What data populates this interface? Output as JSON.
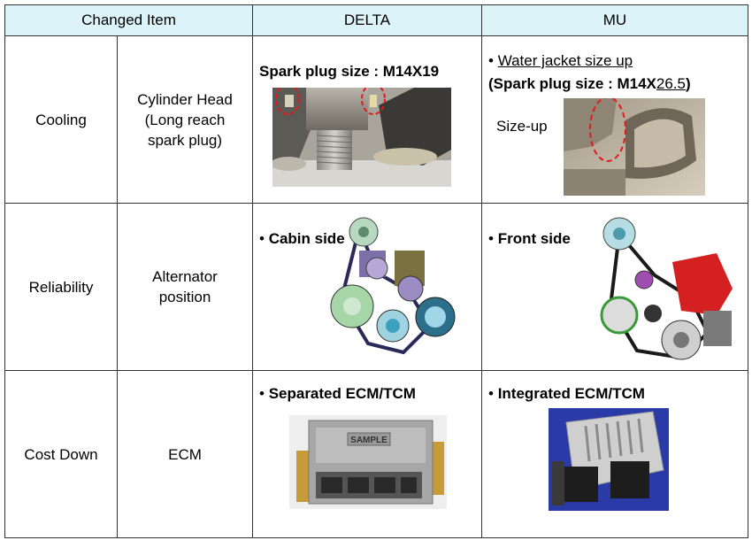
{
  "header": {
    "changed_item": "Changed Item",
    "delta": "DELTA",
    "mu": "MU"
  },
  "rows": [
    {
      "category": "Cooling",
      "item_lines": [
        "Cylinder Head",
        "(Long reach",
        "spark plug)"
      ],
      "delta": {
        "title": "Spark plug size : M14X19"
      },
      "mu": {
        "bullet": "•",
        "line1": "Water jacket size up",
        "line2_prefix": "(Spark plug size : M14X",
        "line2_underlined": "26.5",
        "line2_suffix": ")",
        "annotation": "Size-up"
      }
    },
    {
      "category": "Reliability",
      "item_lines": [
        "Alternator",
        "position"
      ],
      "delta": {
        "bullet": "•",
        "title": "Cabin side"
      },
      "mu": {
        "bullet": "•",
        "title": "Front side"
      }
    },
    {
      "category": "Cost Down",
      "item_lines": [
        "ECM"
      ],
      "delta": {
        "bullet": "•",
        "title": "Separated ECM/TCM",
        "stamp": "SAMPLE"
      },
      "mu": {
        "bullet": "•",
        "title": "Integrated ECM/TCM"
      }
    }
  ]
}
